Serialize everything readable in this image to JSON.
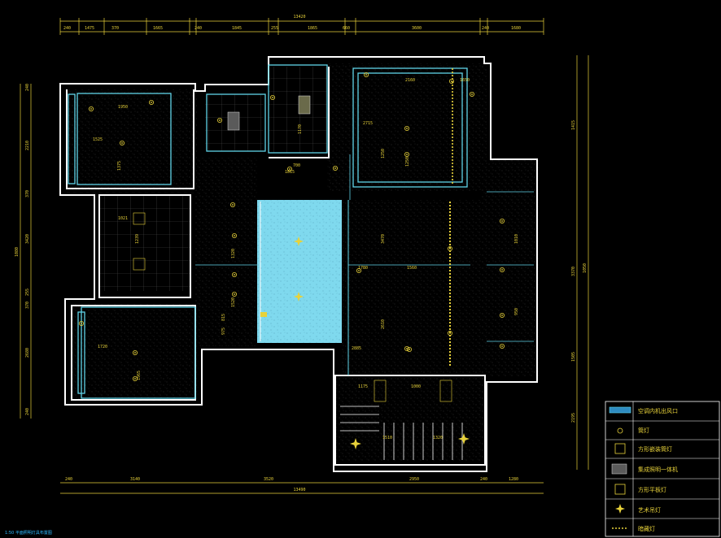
{
  "drawing": {
    "top_overall": "13420",
    "top_segments": [
      "240",
      "1475",
      "370",
      "1665",
      "240",
      "1845",
      "255",
      "1865",
      "660",
      "3600",
      "240",
      "1680"
    ],
    "bottom_overall": "13490",
    "bottom_segments": [
      "240",
      "3140",
      "3520",
      "2950",
      "240",
      "1280"
    ],
    "left_overall": "1080",
    "left_segments": [
      "240",
      "2210",
      "370",
      "3420",
      "255",
      "370",
      "2680",
      "240"
    ],
    "right_overall": "1050",
    "right_segments": [
      "1415",
      "3370",
      "1505",
      "2195"
    ],
    "room_dims": [
      "1950",
      "1525",
      "1375",
      "1021",
      "1239",
      "1170",
      "2715",
      "2160",
      "1650",
      "1250",
      "3470",
      "1780",
      "1560",
      "2610",
      "2885",
      "1320",
      "1520",
      "1815",
      "1000",
      "1175",
      "1510",
      "1320",
      "975",
      "950",
      "1010",
      "1250",
      "1720",
      "1965",
      "815",
      "700"
    ],
    "footer_note": "1:50 平面照明灯具布置图"
  },
  "legend": {
    "items": [
      {
        "icon": "air-conditioner-vent-icon",
        "label": "空调内机出风口"
      },
      {
        "icon": "downlight-icon",
        "label": "筒灯"
      },
      {
        "icon": "recessed-spotlight-icon",
        "label": "方形嵌装筒灯"
      },
      {
        "icon": "bath-heater-icon",
        "label": "集成照明一体机"
      },
      {
        "icon": "square-panel-light-icon",
        "label": "方形平板灯"
      },
      {
        "icon": "art-chandelier-icon",
        "label": "艺术吊灯"
      },
      {
        "icon": "led-strip-icon",
        "label": "暗藏灯"
      }
    ]
  },
  "colors": {
    "background": "#000000",
    "wall": "#ffffff",
    "cyan": "#5fd3e8",
    "dimension": "#e8d23a",
    "highlight_fill": "#7fd9ee"
  }
}
